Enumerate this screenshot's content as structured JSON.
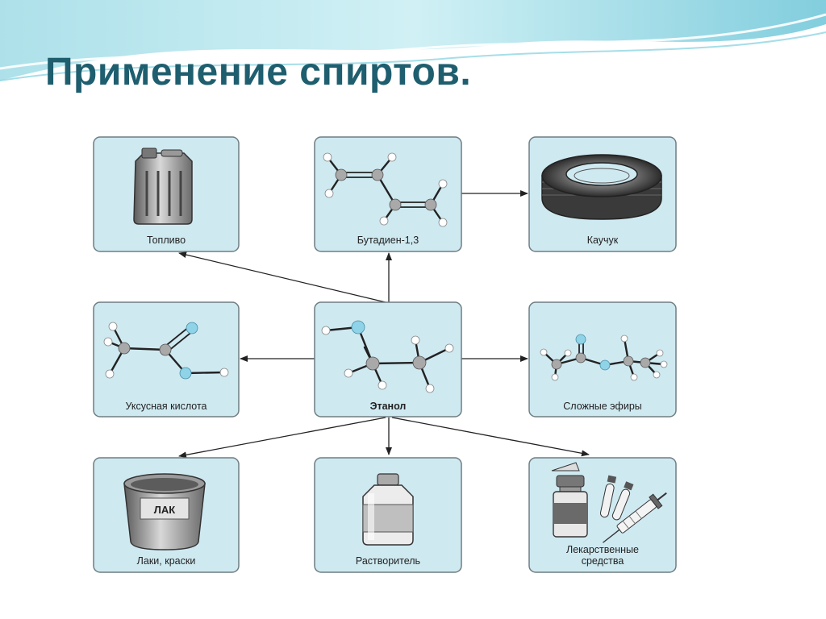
{
  "title": "Применение спиртов.",
  "center": {
    "label": "Этанол"
  },
  "nodes": {
    "fuel": {
      "label": "Топливо",
      "icon": "canister-icon"
    },
    "butadiene": {
      "label": "Бутадиен-1,3",
      "icon": "butadiene-molecule-icon"
    },
    "rubber": {
      "label": "Каучук",
      "icon": "tire-icon"
    },
    "acetic_acid": {
      "label": "Уксусная кислота",
      "icon": "acetic-acid-molecule-icon"
    },
    "esters": {
      "label": "Сложные эфиры",
      "icon": "ester-molecule-icon"
    },
    "lacquers": {
      "label": "Лаки, краски",
      "icon": "paint-bucket-icon",
      "bucket_text": "ЛАК"
    },
    "solvent": {
      "label": "Растворитель",
      "icon": "bottle-icon"
    },
    "medicines": {
      "label_line1": "Лекарственные",
      "label_line2": "средства",
      "icon": "medicine-icon"
    }
  },
  "colors": {
    "title": "#1e5e6e",
    "box_fill": "#cfe9f1",
    "box_stroke": "#6f7d82",
    "oxygen": "#8fd3e8"
  }
}
